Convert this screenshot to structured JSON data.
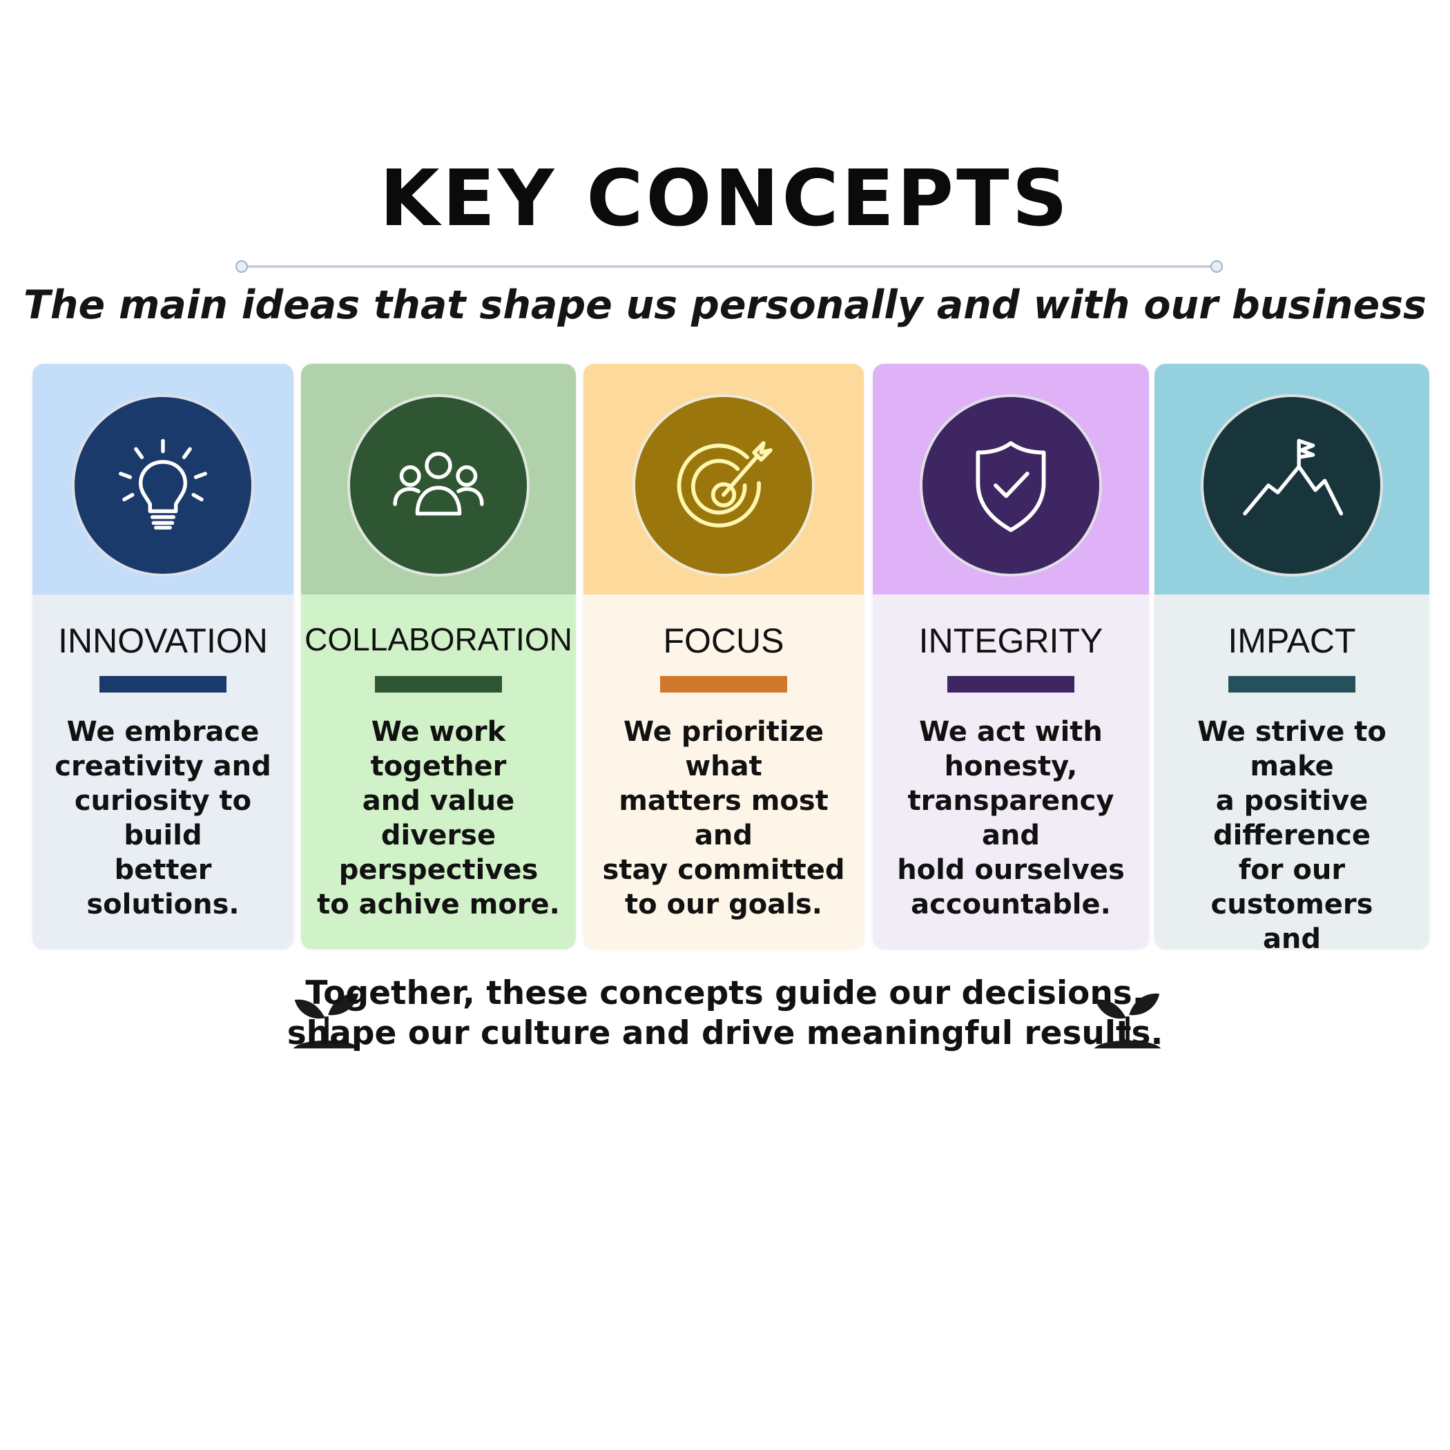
{
  "header": {
    "title": "KEY CONCEPTS",
    "subtitle": "The main ideas that shape us personally and with our business"
  },
  "cards": [
    {
      "title": "INNOVATION",
      "text": "We embrace\ncreativity and\ncuriosity to build\nbetter solutions.",
      "icon": "lightbulb-icon",
      "top_color": "#c4ddf9",
      "bottom_color": "#e9eef5",
      "circle_color": "#1b3a6c",
      "bar_color": "#1b3a6c"
    },
    {
      "title": "COLLABORATION",
      "text": "We work together\nand value diverse\nperspectives\nto achive more.",
      "icon": "team-icon",
      "top_color": "#b0d1a9",
      "bottom_color": "#d1f2c8",
      "circle_color": "#2f5633",
      "bar_color": "#2f5633"
    },
    {
      "title": "FOCUS",
      "text": "We prioritize what\nmatters most and\nstay committed\nto our goals.",
      "icon": "target-icon",
      "top_color": "#fdd99b",
      "bottom_color": "#fdf6e8",
      "circle_color": "#9b760c",
      "bar_color": "#d0782c"
    },
    {
      "title": "INTEGRITY",
      "text": "We act with honesty,\ntransparency and\nhold ourselves\naccountable.",
      "icon": "shield-check-icon",
      "top_color": "#dfb1f7",
      "bottom_color": "#f2ecf7",
      "circle_color": "#3d2662",
      "bar_color": "#3d2662"
    },
    {
      "title": "IMPACT",
      "text": "We strive to make\na positive difference\nfor our customers\nand communities.",
      "icon": "mountain-flag-icon",
      "top_color": "#95d0de",
      "bottom_color": "#e9eef1",
      "circle_color": "#17353b",
      "bar_color": "#26515c"
    }
  ],
  "footer": {
    "text": "Together, these concepts guide our decisions,\nshape our culture and drive meaningful results.",
    "icon": "sprout-icon"
  }
}
